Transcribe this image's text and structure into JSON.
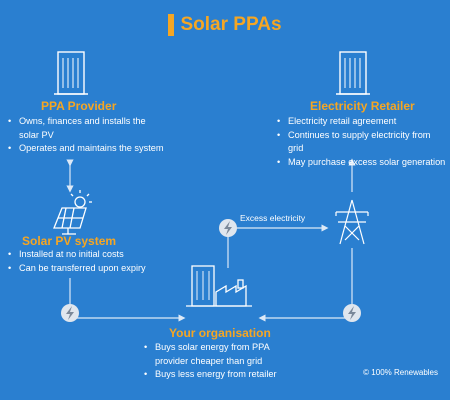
{
  "title": "Solar PPAs",
  "colors": {
    "background": "#2a7fd0",
    "accent": "#f5a623",
    "line": "#dce9f7",
    "node": "#dfe6ee"
  },
  "ppa_provider": {
    "heading": "PPA Provider",
    "bullets": [
      "Owns, finances and installs the solar PV",
      "Operates and maintains the system"
    ],
    "icon": "office-building-icon"
  },
  "electricity_retailer": {
    "heading": "Electricity Retailer",
    "bullets": [
      "Electricity retail agreement",
      "Continues to supply electricity from grid",
      "May purchase excess solar generation"
    ],
    "icon": "office-building-icon"
  },
  "solar_pv": {
    "heading": "Solar PV system",
    "bullets": [
      "Installed at no initial costs",
      "Can be transferred upon expiry"
    ],
    "icon": "solar-panel-icon"
  },
  "organisation": {
    "heading": "Your organisation",
    "bullets": [
      "Buys solar energy from PPA provider cheaper than grid",
      "Buys less energy from retailer"
    ],
    "icon": "organisation-buildings-icon"
  },
  "flow_label": "Excess electricity",
  "grid_icon": "transmission-tower-icon",
  "copyright": "© 100% Renewables"
}
